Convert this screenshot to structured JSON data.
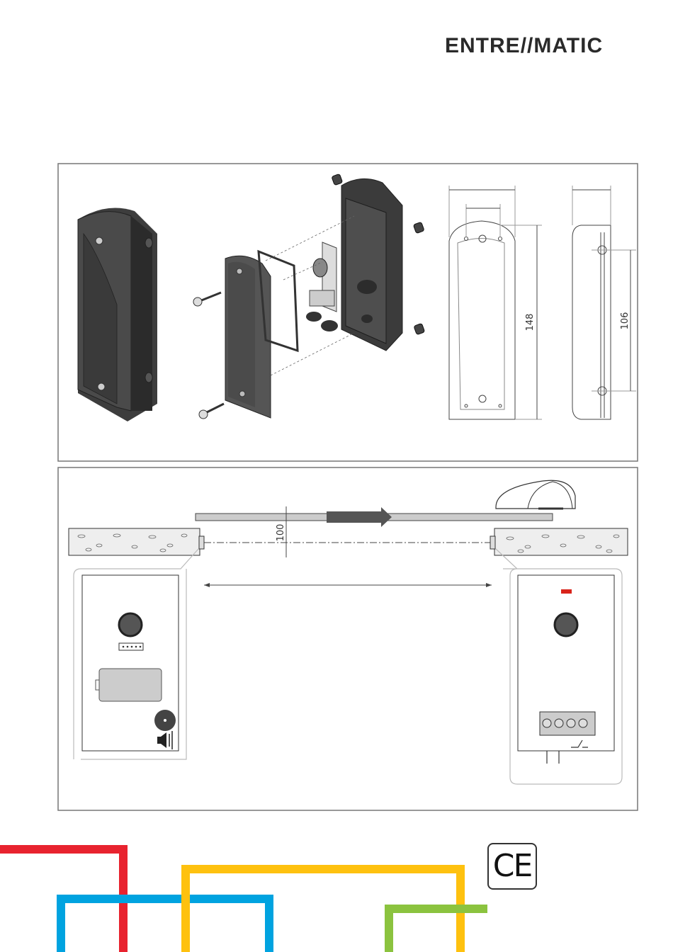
{
  "brand": {
    "name": "ENTREMATIC",
    "part1": "ENTRE",
    "part2": "MATIC"
  },
  "dimensions": {
    "height": "148",
    "hole_spacing": "106",
    "beam_height": "100"
  },
  "certification": {
    "mark": "CE"
  },
  "colors": {
    "red": "#e8232f",
    "blue": "#00a3e0",
    "yellow": "#fec10f",
    "green": "#8bc33f",
    "status_led": "#d9241b"
  }
}
